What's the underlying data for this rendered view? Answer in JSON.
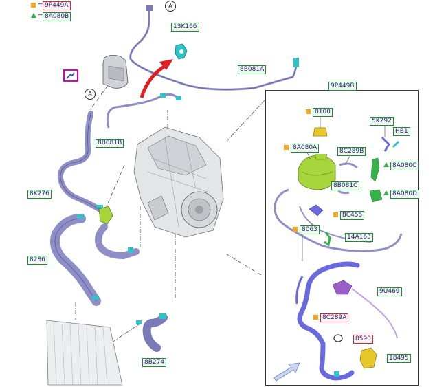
{
  "legend": {
    "square": {
      "code": "9P449A",
      "symbol": "=",
      "color": "#f5a623"
    },
    "triangle": {
      "code": "8A080B",
      "symbol": "=",
      "color": "#35b34a"
    }
  },
  "callouts": {
    "a1": "A",
    "a2": "A"
  },
  "labels": {
    "l13K166": "13K166",
    "l8B081A": "8B081A",
    "l9P449B": "9P449B",
    "l8B081B": "8B081B",
    "l8K276": "8K276",
    "l8286": "8286",
    "l8B274": "8B274",
    "l8100": "8100",
    "l5K292": "5K292",
    "lHB1": "HB1",
    "l8A080A": "8A080A",
    "l8C289B": "8C289B",
    "l8A080C": "8A080C",
    "l8B081C": "8B081C",
    "l8A080D": "8A080D",
    "l8C455": "8C455",
    "l8063": "8063",
    "l14A163": "14A163",
    "l9U469": "9U469",
    "l8C289A": "8C289A",
    "l8590": "8590",
    "l18495": "18495"
  },
  "colors": {
    "hose": "#8f8fc8",
    "hose_detail": "#6a6ae0",
    "tank": "#a7d63c",
    "clip": "#2fc2c8",
    "arrow": "#e02020",
    "label_border": "#1f8a3a",
    "label_border_red": "#d22233"
  }
}
